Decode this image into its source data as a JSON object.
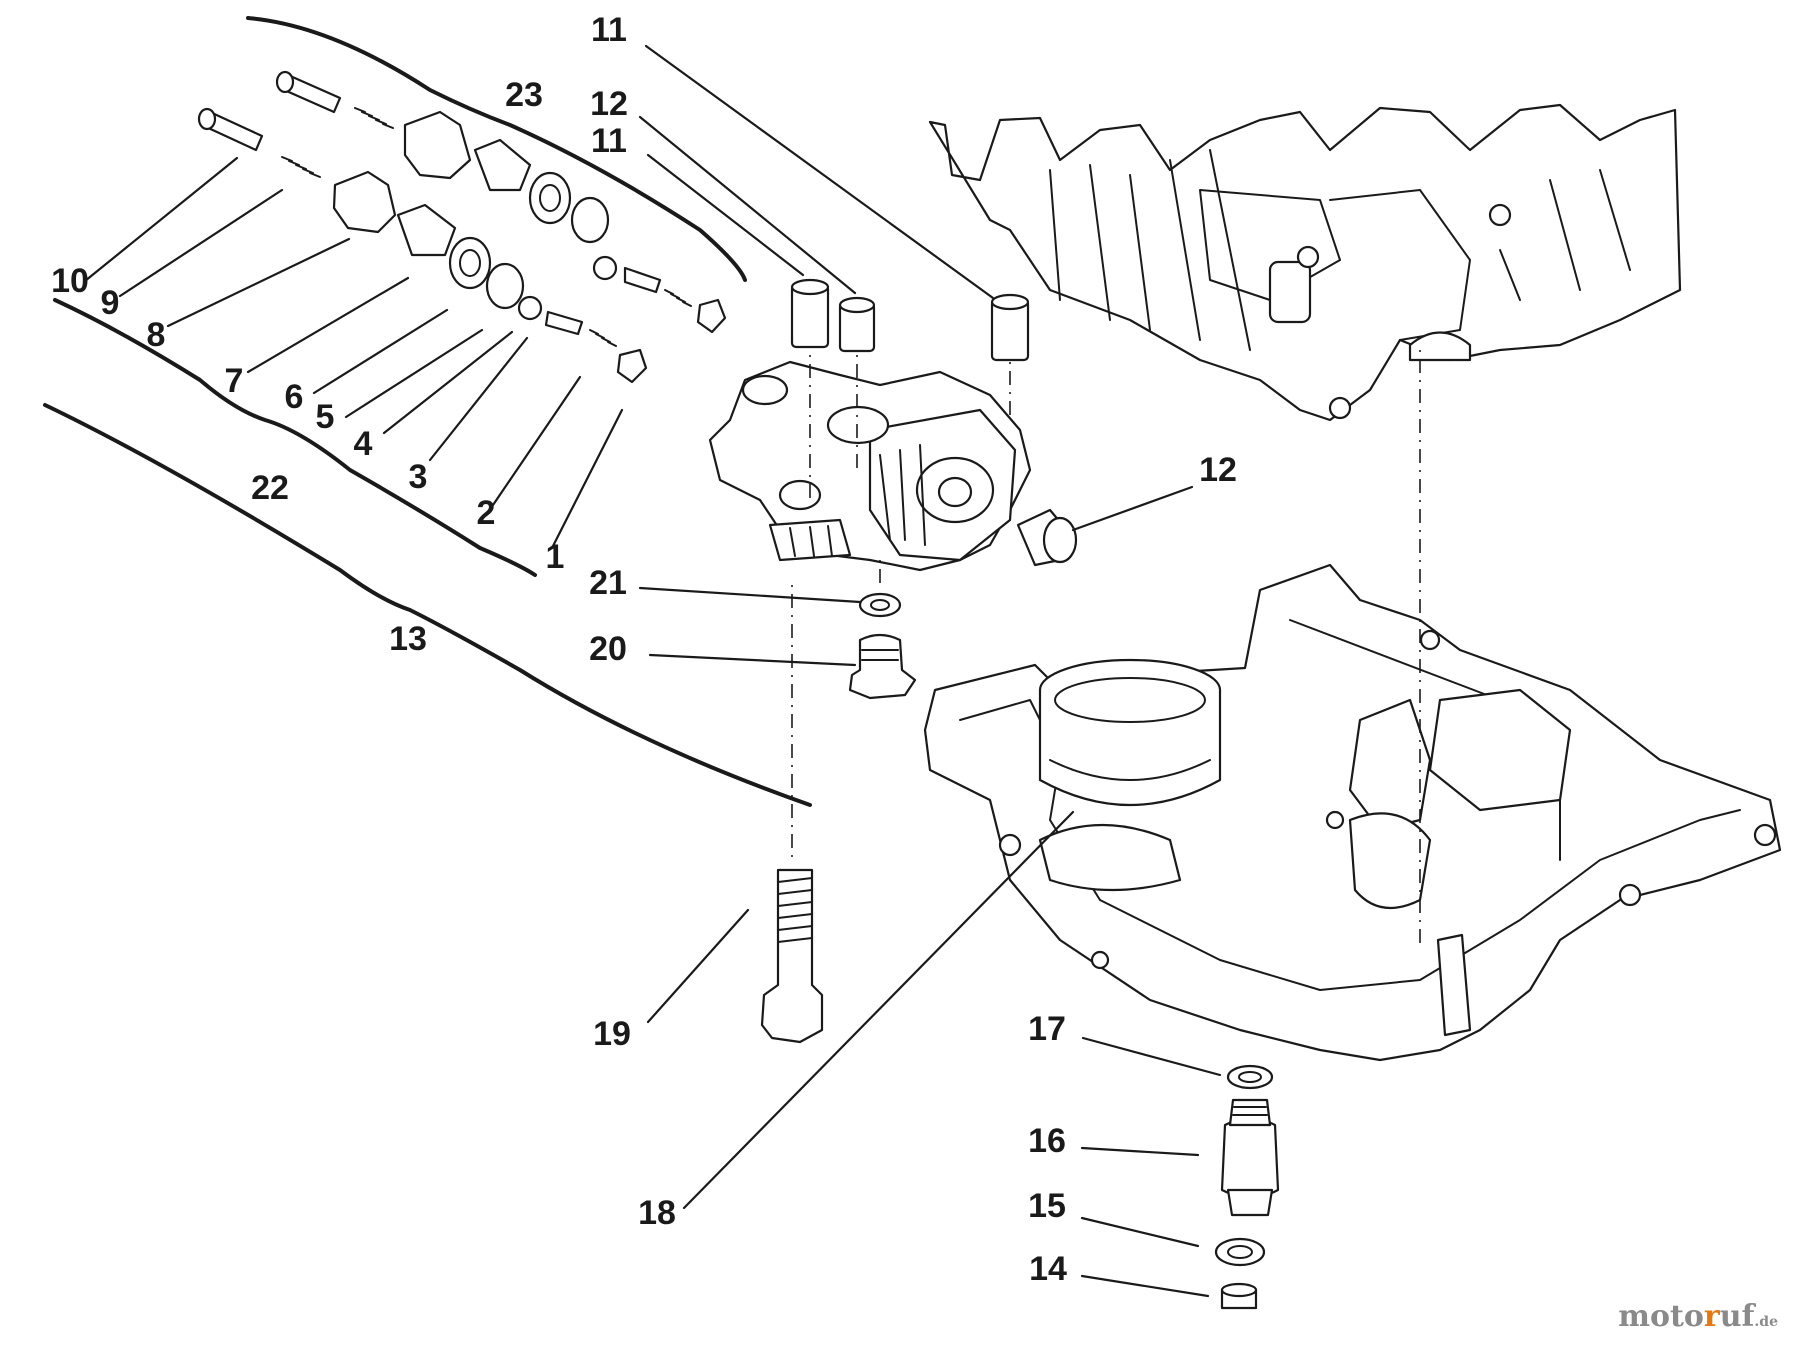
{
  "callouts": [
    "1",
    "2",
    "3",
    "4",
    "5",
    "6",
    "7",
    "8",
    "9",
    "10",
    "11",
    "11",
    "12",
    "12",
    "13",
    "14",
    "15",
    "16",
    "17",
    "18",
    "19",
    "20",
    "21",
    "22",
    "23"
  ],
  "watermark": {
    "prefix": "moto",
    "accent": "r",
    "suffix": "uf",
    "tld": ".de"
  },
  "colors": {
    "ink": "#1a1a1a",
    "paper": "#ffffff",
    "watermark_gray": "#8a8a8a",
    "watermark_accent": "#e47911"
  }
}
